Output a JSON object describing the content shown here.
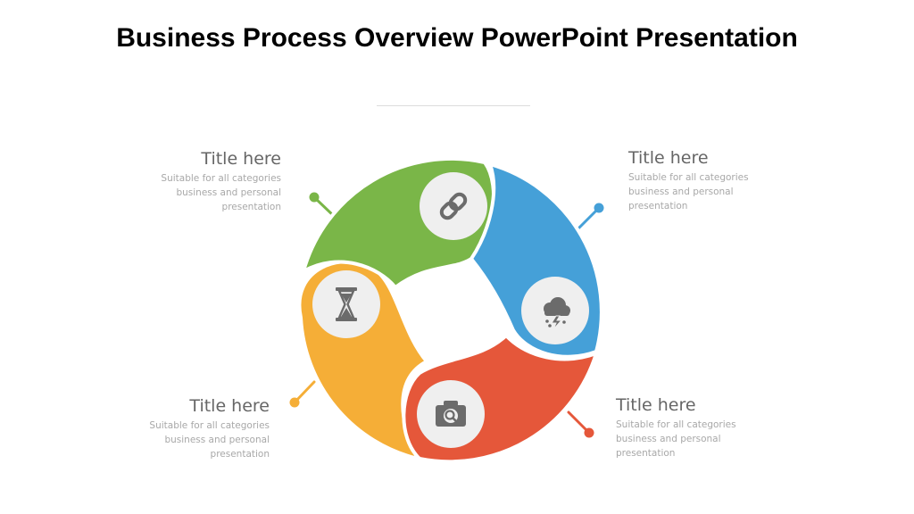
{
  "slide": {
    "title": "Business Process Overview PowerPoint Presentation"
  },
  "steps": [
    {
      "title": "Title here",
      "text": "Suitable for all categories\nbusiness and personal\npresentation",
      "color": "#7AB648",
      "icon": "link-icon"
    },
    {
      "title": "Title here",
      "text": "Suitable for all categories\nbusiness and personal\npresentation",
      "color": "#45A0D8",
      "icon": "storm-cloud-icon"
    },
    {
      "title": "Title here",
      "text": "Suitable for all categories\nbusiness and personal\npresentation",
      "color": "#E5573A",
      "icon": "camera-search-icon"
    },
    {
      "title": "Title here",
      "text": "Suitable for all categories\nbusiness and personal\npresentation",
      "color": "#F5AE37",
      "icon": "hourglass-icon"
    }
  ],
  "colors": {
    "icon_circle": "#EFEFEF",
    "icon_glyph": "#6B6B6B",
    "heading": "#666666",
    "body_text": "#A8A8A8"
  }
}
